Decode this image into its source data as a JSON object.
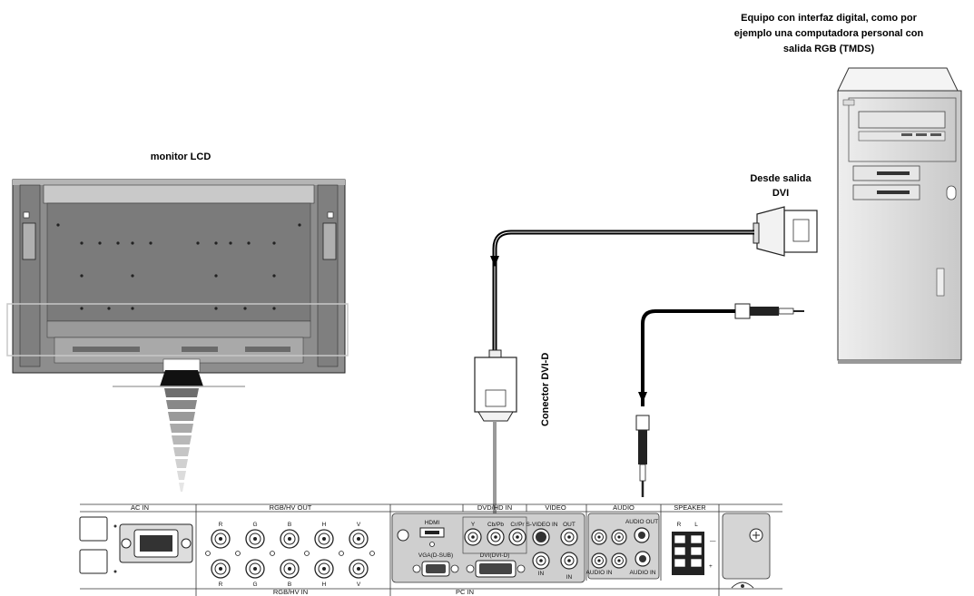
{
  "labels": {
    "pc_caption_1": "Equipo con interfaz digital, como por",
    "pc_caption_2": "ejemplo una computadora personal con",
    "pc_caption_3": "salida RGB (TMDS)",
    "monitor": "monitor LCD",
    "dvi_out_1": "Desde salida",
    "dvi_out_2": "DVI",
    "dvi_connector": "Conector DVI-D"
  },
  "panel": {
    "sections": {
      "ac_in": "AC IN",
      "rgbhv_out": "RGB/HV OUT",
      "dvd_hd_in": "DVD/HD IN",
      "video": "VIDEO",
      "audio": "AUDIO",
      "speaker": "SPEAKER",
      "rgbhv_in": "RGB/HV IN",
      "pc_in": "PC IN"
    },
    "rgb_letters": [
      "R",
      "G",
      "B",
      "H",
      "V"
    ],
    "hdmi": "HDMI",
    "vga": "VGA(D-SUB)",
    "dvi": "DVI(DVI-D)",
    "y": "Y",
    "cb": "Cb/Pb",
    "cr": "Cr/Pr",
    "svideo_in": "S-VIDEO IN",
    "out": "OUT",
    "in1": "IN",
    "in2": "IN",
    "audio_out": "AUDIO OUT",
    "audio_in1": "AUDIO IN",
    "audio_in2": "AUDIO IN",
    "spk_r": "R",
    "spk_l": "L",
    "minus": "—",
    "plus": "+"
  }
}
